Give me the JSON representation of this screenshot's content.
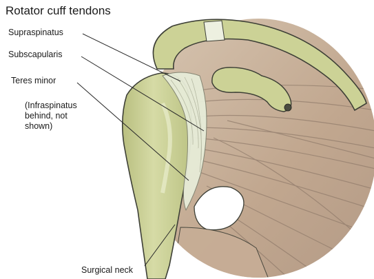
{
  "title": "Rotator cuff tendons",
  "labels": {
    "supraspinatus": "Supraspinatus",
    "subscapularis": "Subscapularis",
    "teres_minor": "Teres minor",
    "infraspinatus_note": "(Infraspinatus\nbehind, not\nshown)",
    "surgical_neck": "Surgical neck"
  },
  "colors": {
    "bone": "#c9cf93",
    "bone_shadow": "#a7ad6c",
    "muscle": "#c3a890",
    "muscle_fiber": "#8f7a6a",
    "tendon": "#e7ecd8",
    "outline": "#3d3f36"
  }
}
